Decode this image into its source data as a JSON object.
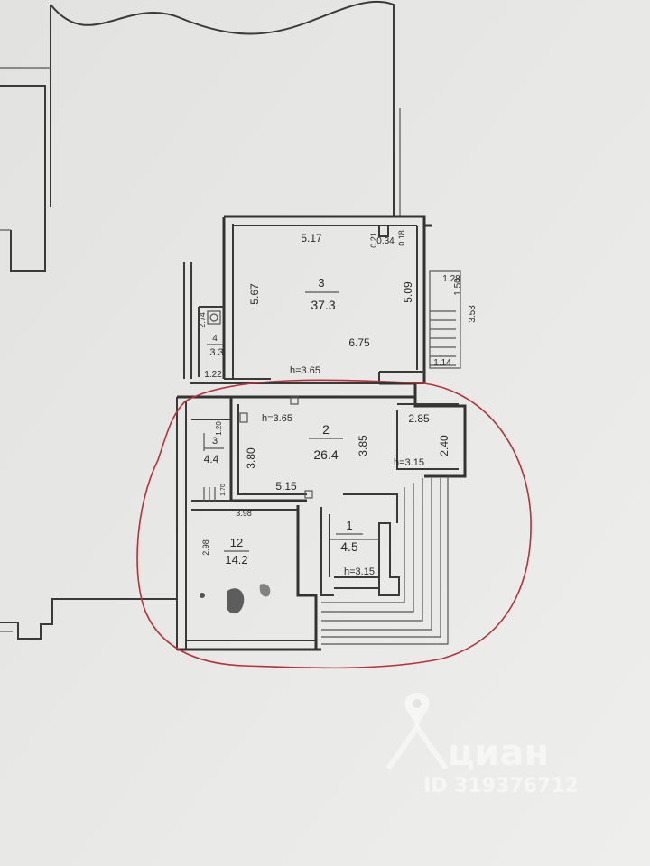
{
  "rooms": [
    {
      "number": "3",
      "area": "37.3"
    },
    {
      "number": "4",
      "area": "3.3"
    },
    {
      "number": "2",
      "area": "26.4"
    },
    {
      "number": "3",
      "area": "4.4"
    },
    {
      "number": "1",
      "area": "4.5"
    },
    {
      "number": "12",
      "area": "14.2"
    }
  ],
  "dimensions": {
    "d517": "5.17",
    "d021": "0.21",
    "d034": "0.34",
    "d018": "0.18",
    "d567": "5.67",
    "d509": "5.09",
    "d128": "1.28",
    "d150": "1.50",
    "d353": "3.53",
    "d675": "6.75",
    "d274": "2.74",
    "d122": "1.22",
    "d114": "1.14",
    "h365a": "h=3.65",
    "h365b": "h=3.65",
    "d285": "2.85",
    "d380": "3.80",
    "d385": "3.85",
    "h315a": "h=3.15",
    "d240": "2.40",
    "d515": "5.15",
    "d120": "1.20",
    "d170": "1.70",
    "d398": "3.98",
    "d298": "2.98",
    "h315b": "h=3.15"
  },
  "watermark": {
    "brand": "циан",
    "id": "ID 319376712"
  },
  "colors": {
    "paper": "#e9e9e7",
    "walls": "#333333",
    "highlight": "#b4323a",
    "watermark": "#ffffff"
  },
  "icons": {
    "location": "location-pin-icon"
  }
}
